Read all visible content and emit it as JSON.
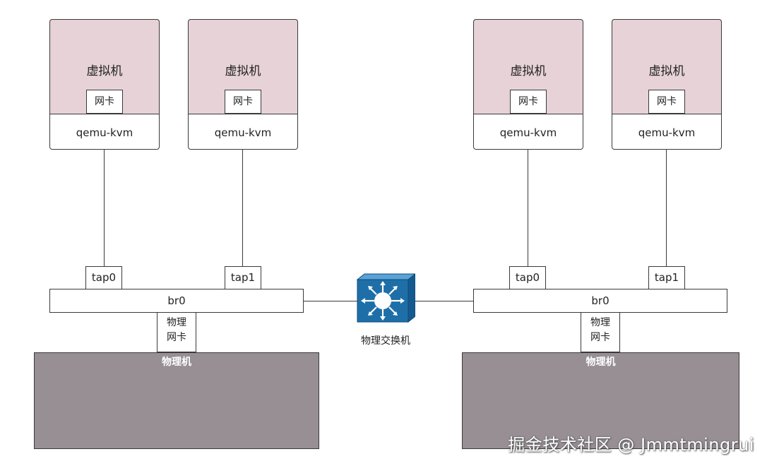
{
  "hosts": [
    {
      "vms": [
        {
          "label": "虚拟机",
          "nic": "网卡",
          "qemu": "qemu-kvm"
        },
        {
          "label": "虚拟机",
          "nic": "网卡",
          "qemu": "qemu-kvm"
        }
      ],
      "taps": [
        "tap0",
        "tap1"
      ],
      "bridge": "br0",
      "physical_nic": [
        "物理",
        "网卡"
      ],
      "physical_machine": "物理机"
    },
    {
      "vms": [
        {
          "label": "虚拟机",
          "nic": "网卡",
          "qemu": "qemu-kvm"
        },
        {
          "label": "虚拟机",
          "nic": "网卡",
          "qemu": "qemu-kvm"
        }
      ],
      "taps": [
        "tap0",
        "tap1"
      ],
      "bridge": "br0",
      "physical_nic": [
        "物理",
        "网卡"
      ],
      "physical_machine": "物理机"
    }
  ],
  "switch": {
    "label": "物理交换机",
    "color": "#1e6fa8"
  },
  "watermark": "掘金技术社区 @ Jmmtmingrui"
}
